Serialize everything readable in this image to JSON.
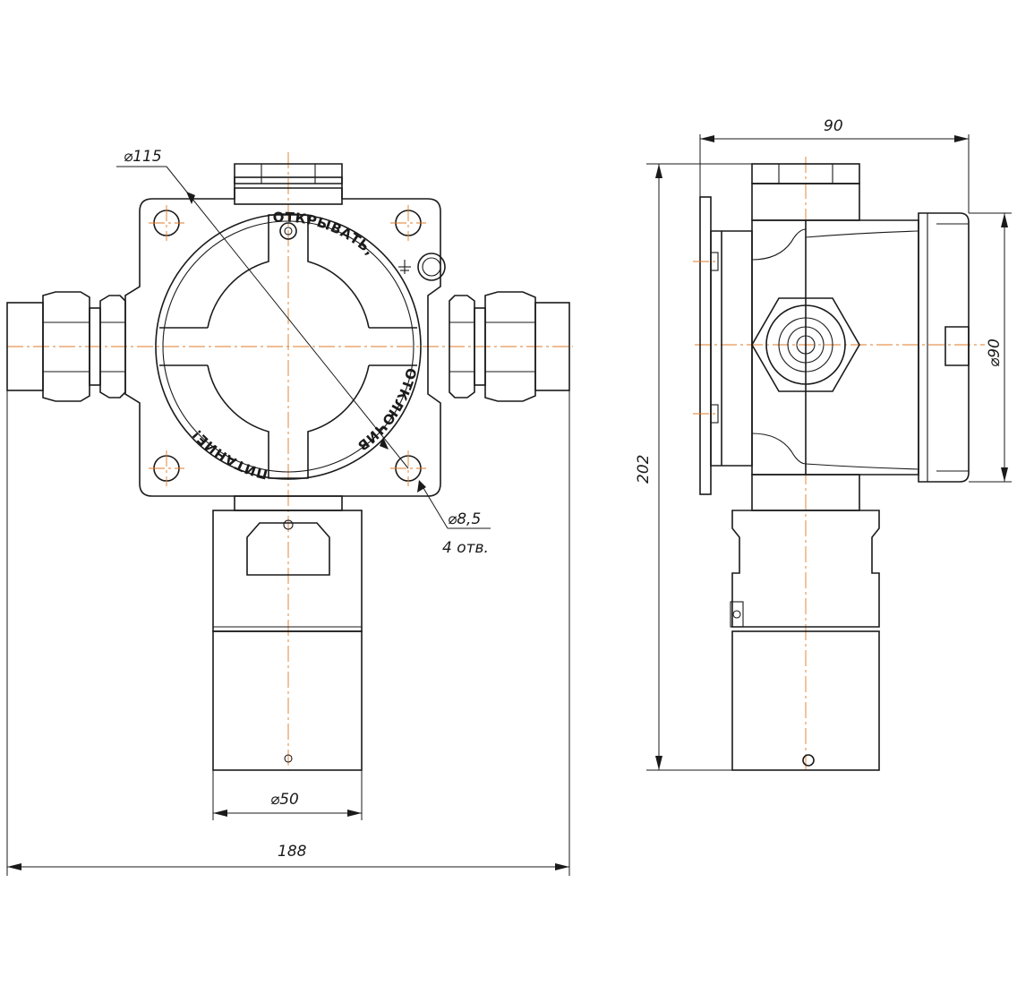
{
  "dimensions": {
    "front_bolt_circle": "⌀115",
    "front_hole": "⌀8,5",
    "front_hole_count": "4 отв.",
    "front_sensor": "⌀50",
    "front_overall_width": "188",
    "side_depth": "90",
    "side_overall_height": "202",
    "side_cover": "⌀90"
  },
  "cover_text": {
    "top_arc": "ОТКРЫВАТЬ,",
    "right_arc": "ОТКЛЮЧИВ",
    "left_arc": "ПИТАНИЕ!"
  }
}
